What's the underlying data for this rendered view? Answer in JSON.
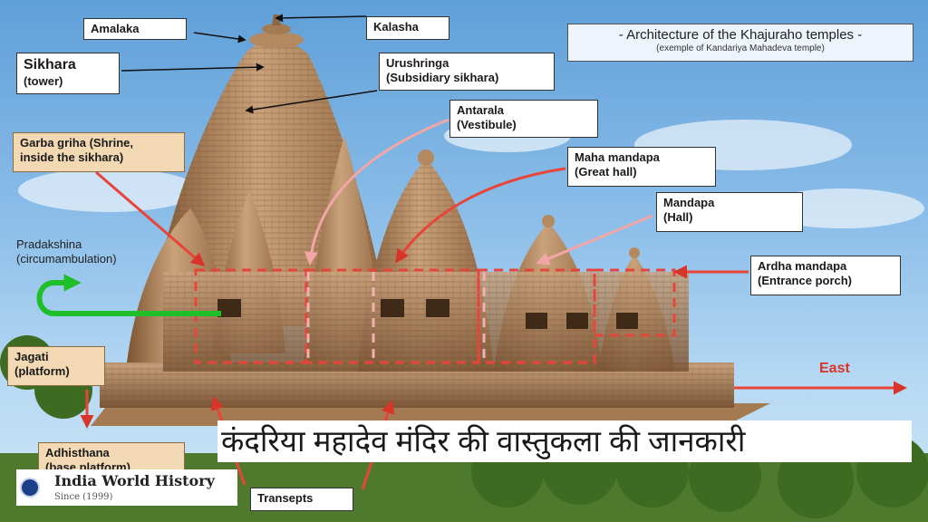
{
  "diagram": {
    "title": "- Architecture of the Khajuraho temples -",
    "subtitle": "(exemple of Kandariya Mahadeva temple)",
    "labels": {
      "amalaka": "Amalaka",
      "kalasha": "Kalasha",
      "sikhara": [
        "Sikhara",
        "(tower)"
      ],
      "urushringa": [
        "Urushringa",
        "(Subsidiary sikhara)"
      ],
      "antarala": [
        "Antarala",
        "(Vestibule)"
      ],
      "garba_griha": [
        "Garba griha (Shrine,",
        "inside the sikhara)"
      ],
      "maha_mandapa": [
        "Maha mandapa",
        "(Great hall)"
      ],
      "mandapa": [
        "Mandapa",
        "(Hall)"
      ],
      "pradakshina": [
        "Pradakshina",
        "(circumambulation)"
      ],
      "ardha_mandapa": [
        "Ardha mandapa",
        "(Entrance porch)"
      ],
      "jagati": [
        "Jagati",
        "(platform)"
      ],
      "adhisthana": [
        "Adhisthana",
        "(base platform)"
      ],
      "transepts": "Transepts",
      "east": "East"
    },
    "colors": {
      "arrow_red": "#d9342a",
      "arrow_pink": "#f2a6a6",
      "arrow_green": "#1fbf2a",
      "shrine_box_fill": "#f2d9b3"
    }
  },
  "overlay": {
    "hindi_caption": "कंदरिया महादेव मंदिर की वास्तुकला की जानकारी",
    "brand": {
      "name": "India World History",
      "since": "Since (1999)",
      "logo_icon": "india-world-history-logo"
    }
  }
}
